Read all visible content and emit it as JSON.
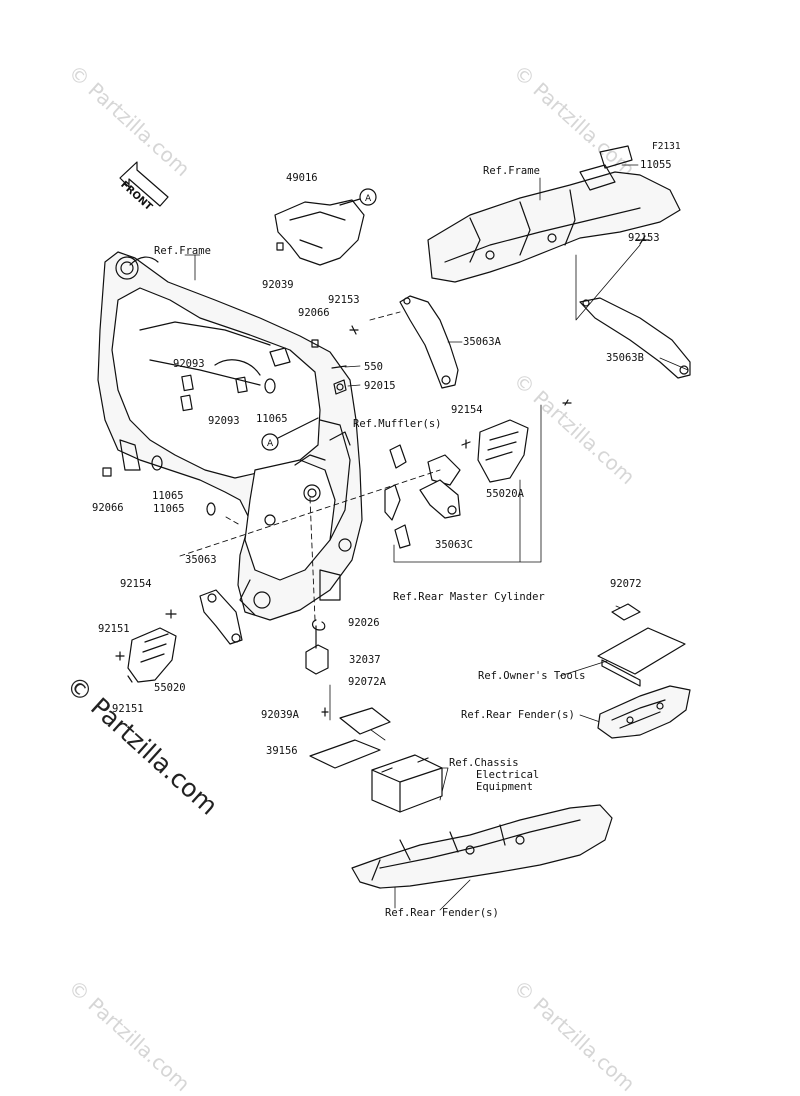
{
  "diagram_code": "F2131",
  "front_label": "FRONT",
  "callout_letter": "A",
  "watermark": {
    "small_text": "© Partzilla.com",
    "large_text": "© Partzilla.com"
  },
  "labels": {
    "ref_frame_left": "Ref.Frame",
    "ref_frame_right": "Ref.Frame",
    "p11055": "11055",
    "p49016": "49016",
    "p92039": "92039",
    "p92153_a": "92153",
    "p92153_b": "92153",
    "p92066_a": "92066",
    "p92066_b": "92066",
    "p35063A": "35063A",
    "p35063B": "35063B",
    "p550": "550",
    "p92093_a": "92093",
    "p92093_b": "92093",
    "p92015": "92015",
    "p11065_a": "11065",
    "p11065_b": "11065",
    "p11065_c": "11065",
    "ref_muffler": "Ref.Muffler(s)",
    "p92154_a": "92154",
    "p92154_b": "92154",
    "p55020A": "55020A",
    "p35063C": "35063C",
    "ref_rear_master": "Ref.Rear Master Cylinder",
    "p35063": "35063",
    "p92151_a": "92151",
    "p92151_b": "92151",
    "p92026": "92026",
    "p55020": "55020",
    "p32037": "32037",
    "p92072": "92072",
    "ref_owners_tools": "Ref.Owner's Tools",
    "ref_rear_fender_a": "Ref.Rear Fender(s)",
    "p92072A": "92072A",
    "p92039A": "92039A",
    "p39156": "39156",
    "ref_chassis_1": "Ref.Chassis",
    "ref_chassis_2": "Electrical",
    "ref_chassis_3": "Equipment",
    "ref_rear_fender_b": "Ref.Rear Fender(s)"
  },
  "colors": {
    "line": "#111111",
    "watermark": "#d6d6d6"
  }
}
